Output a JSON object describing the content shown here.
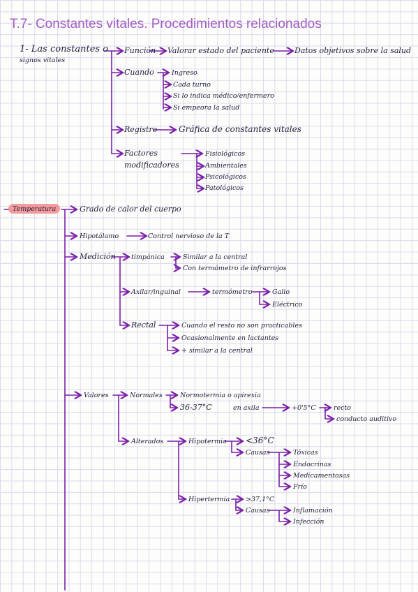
{
  "title": "T.7- Constantes vitales. Procedimientos relacionados",
  "section1": {
    "heading": "1- Las constantes o",
    "heading2": "signos vitales",
    "funcion": "Función",
    "valorar": "Valorar estado del paciente",
    "datos": "Datos objetivos sobre la salud",
    "cuando": "Cuando",
    "ingreso": "Ingreso",
    "cada_turno": "Cada turno",
    "si_indica": "Si lo indica médico/enfermero",
    "si_empeora": "Si empeora la salud",
    "registro": "Registro",
    "grafica": "Gráfica de constantes vitales",
    "factores": "Factores",
    "modificadores": "modificadores",
    "fisiologicos": "Fisiológicos",
    "ambientales": "Ambientales",
    "psicologicos": "Psicológicos",
    "patologicos": "Patológicos"
  },
  "temperatura": {
    "label": "Temperatura",
    "grado": "Grado de calor del cuerpo",
    "hipotalamo": "Hipotálamo",
    "control": "Control nervioso de la T",
    "medicion": "Medición",
    "timpanica": "timpánica",
    "similar_central": "Similar a la central",
    "con_termometro": "Con termómetro de infrarrojos",
    "axilar": "Axilar/inguinal",
    "termometro": "termómetro",
    "galio": "Galio",
    "electrico": "Eléctrico",
    "rectal": "Rectal",
    "cuando_resto": "Cuando el resto no son practicables",
    "ocasional": "Ocasionalmente en lactantes",
    "similar_central2": "+ similar a la central",
    "valores": "Valores",
    "normales": "Normales",
    "normotermia": "Normotermia o apirexia",
    "rango": "36-37°C",
    "en_axila": "en axila",
    "mas05": "+0'5°C",
    "recto": "recto",
    "conducto": "conducto auditivo",
    "alterados": "Alterados",
    "hipotermia": "Hipotermia",
    "menor36": "<36°C",
    "causas": "Causas",
    "toxicas": "Tóxicas",
    "endocrinas": "Endocrinas",
    "medicamentosas": "Medicamentosas",
    "frio": "Frío",
    "hipertermia": "Hipertermia",
    "mayor371": ">37,1°C",
    "causas2": "Causas",
    "inflamacion": "Inflamación",
    "infeccion": "Infección"
  }
}
